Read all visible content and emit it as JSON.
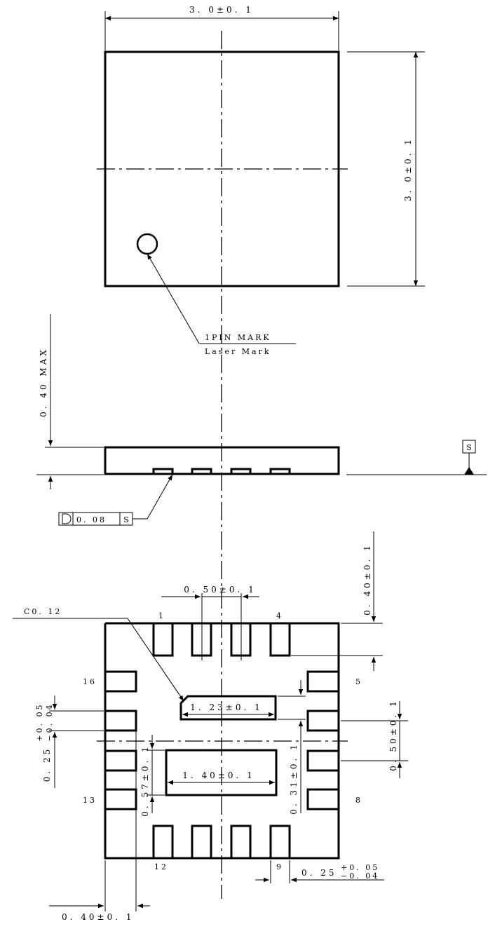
{
  "top_view": {
    "width_dim": "3. 0±0. 1",
    "height_dim": "3. 0±0. 1",
    "pin_mark_label": "1PIN MARK",
    "laser_mark_label": "Laser Mark"
  },
  "side_view": {
    "height_dim": "0. 40 MAX",
    "datum_label": "S",
    "flatness_value": "0. 08",
    "flatness_datum": "S"
  },
  "bottom_view": {
    "chamfer_label": "C0. 12",
    "pitch_dim": "0. 50±0. 1",
    "pad_length_dim": "0. 40±0. 1",
    "right_pitch_dim": "0. 50±0. 1",
    "left_pad_width_main": "0. 25",
    "left_pad_width_plus": "+0. 05",
    "left_pad_width_minus": "−0. 04",
    "upper_pad_dim": "1. 23±0. 1",
    "lower_pad_dim": "1. 40±0. 1",
    "lower_pad_height_dim": "0. 57±0. 1",
    "gap_dim": "0. 31±0. 1",
    "bottom_pad_width_main": "0. 25",
    "bottom_pad_width_plus": "+0. 05",
    "bottom_pad_width_minus": "−0. 04",
    "bottom_left_dim": "0. 40±0. 1",
    "pin_labels": {
      "p1": "1",
      "p4": "4",
      "p5": "5",
      "p8": "8",
      "p9": "9",
      "p12": "12",
      "p13": "13",
      "p16": "16"
    }
  }
}
